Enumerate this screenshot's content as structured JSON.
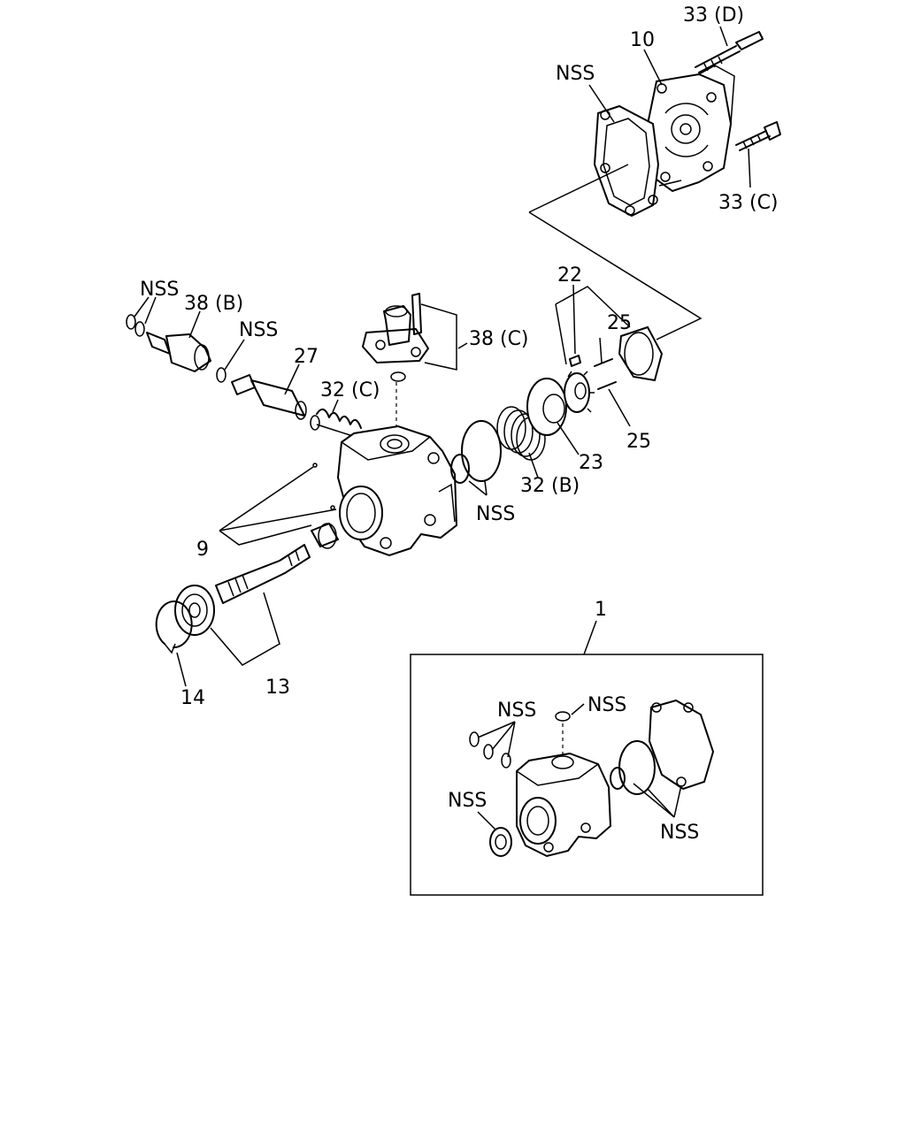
{
  "labels": {
    "nss_gasket": "NSS",
    "cover": "10",
    "bolt_d": "33 (D)",
    "bolt_c": "33 (C)",
    "nss_orings": "NSS",
    "fitting_b": "38 (B)",
    "nss_oring_b": "NSS",
    "valve": "27",
    "spring_c": "32 (C)",
    "fitting_c": "38 (C)",
    "key": "22",
    "pin_top": "25",
    "pin_bottom": "25",
    "rotor": "23",
    "spring_b": "32 (B)",
    "nss_seals": "NSS",
    "body": "9",
    "shaft": "13",
    "snap_ring": "14",
    "kit": "1",
    "kit_nss_orings": "NSS",
    "kit_nss_top": "NSS",
    "kit_nss_seal": "NSS",
    "kit_nss_gasket": "NSS"
  }
}
